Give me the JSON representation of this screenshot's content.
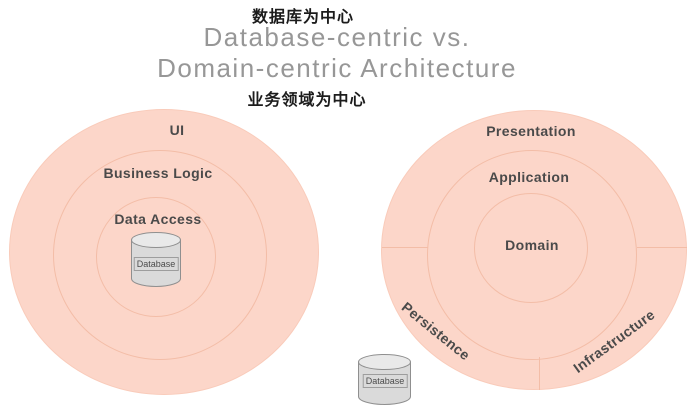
{
  "header": {
    "top_caption": "数据库为中心",
    "title_line1": "Database-centric vs.",
    "title_line2": "Domain-centric Architecture",
    "bottom_caption": "业务领域为中心"
  },
  "left_diagram": {
    "name": "database-centric-architecture",
    "rings": [
      {
        "label": "UI"
      },
      {
        "label": "Business Logic"
      },
      {
        "label": "Data Access"
      }
    ],
    "database_label": "Database"
  },
  "right_diagram": {
    "name": "domain-centric-architecture",
    "rings": [
      {
        "label": "Presentation"
      },
      {
        "label": "Application"
      },
      {
        "label": "Domain"
      }
    ],
    "sectors": [
      {
        "label": "Persistence"
      },
      {
        "label": "Infrastructure"
      }
    ],
    "database_label": "Database"
  },
  "colors": {
    "circle_fill": "#fcd6c9",
    "ring_stroke": "#f3bda7",
    "label_text": "#4a4a4a",
    "title_text": "#979797",
    "caption_text": "#1c1c1c",
    "cylinder_fill": "#dadada",
    "cylinder_top_fill": "#e9e9e9",
    "cylinder_stroke": "#8f8f8f"
  }
}
